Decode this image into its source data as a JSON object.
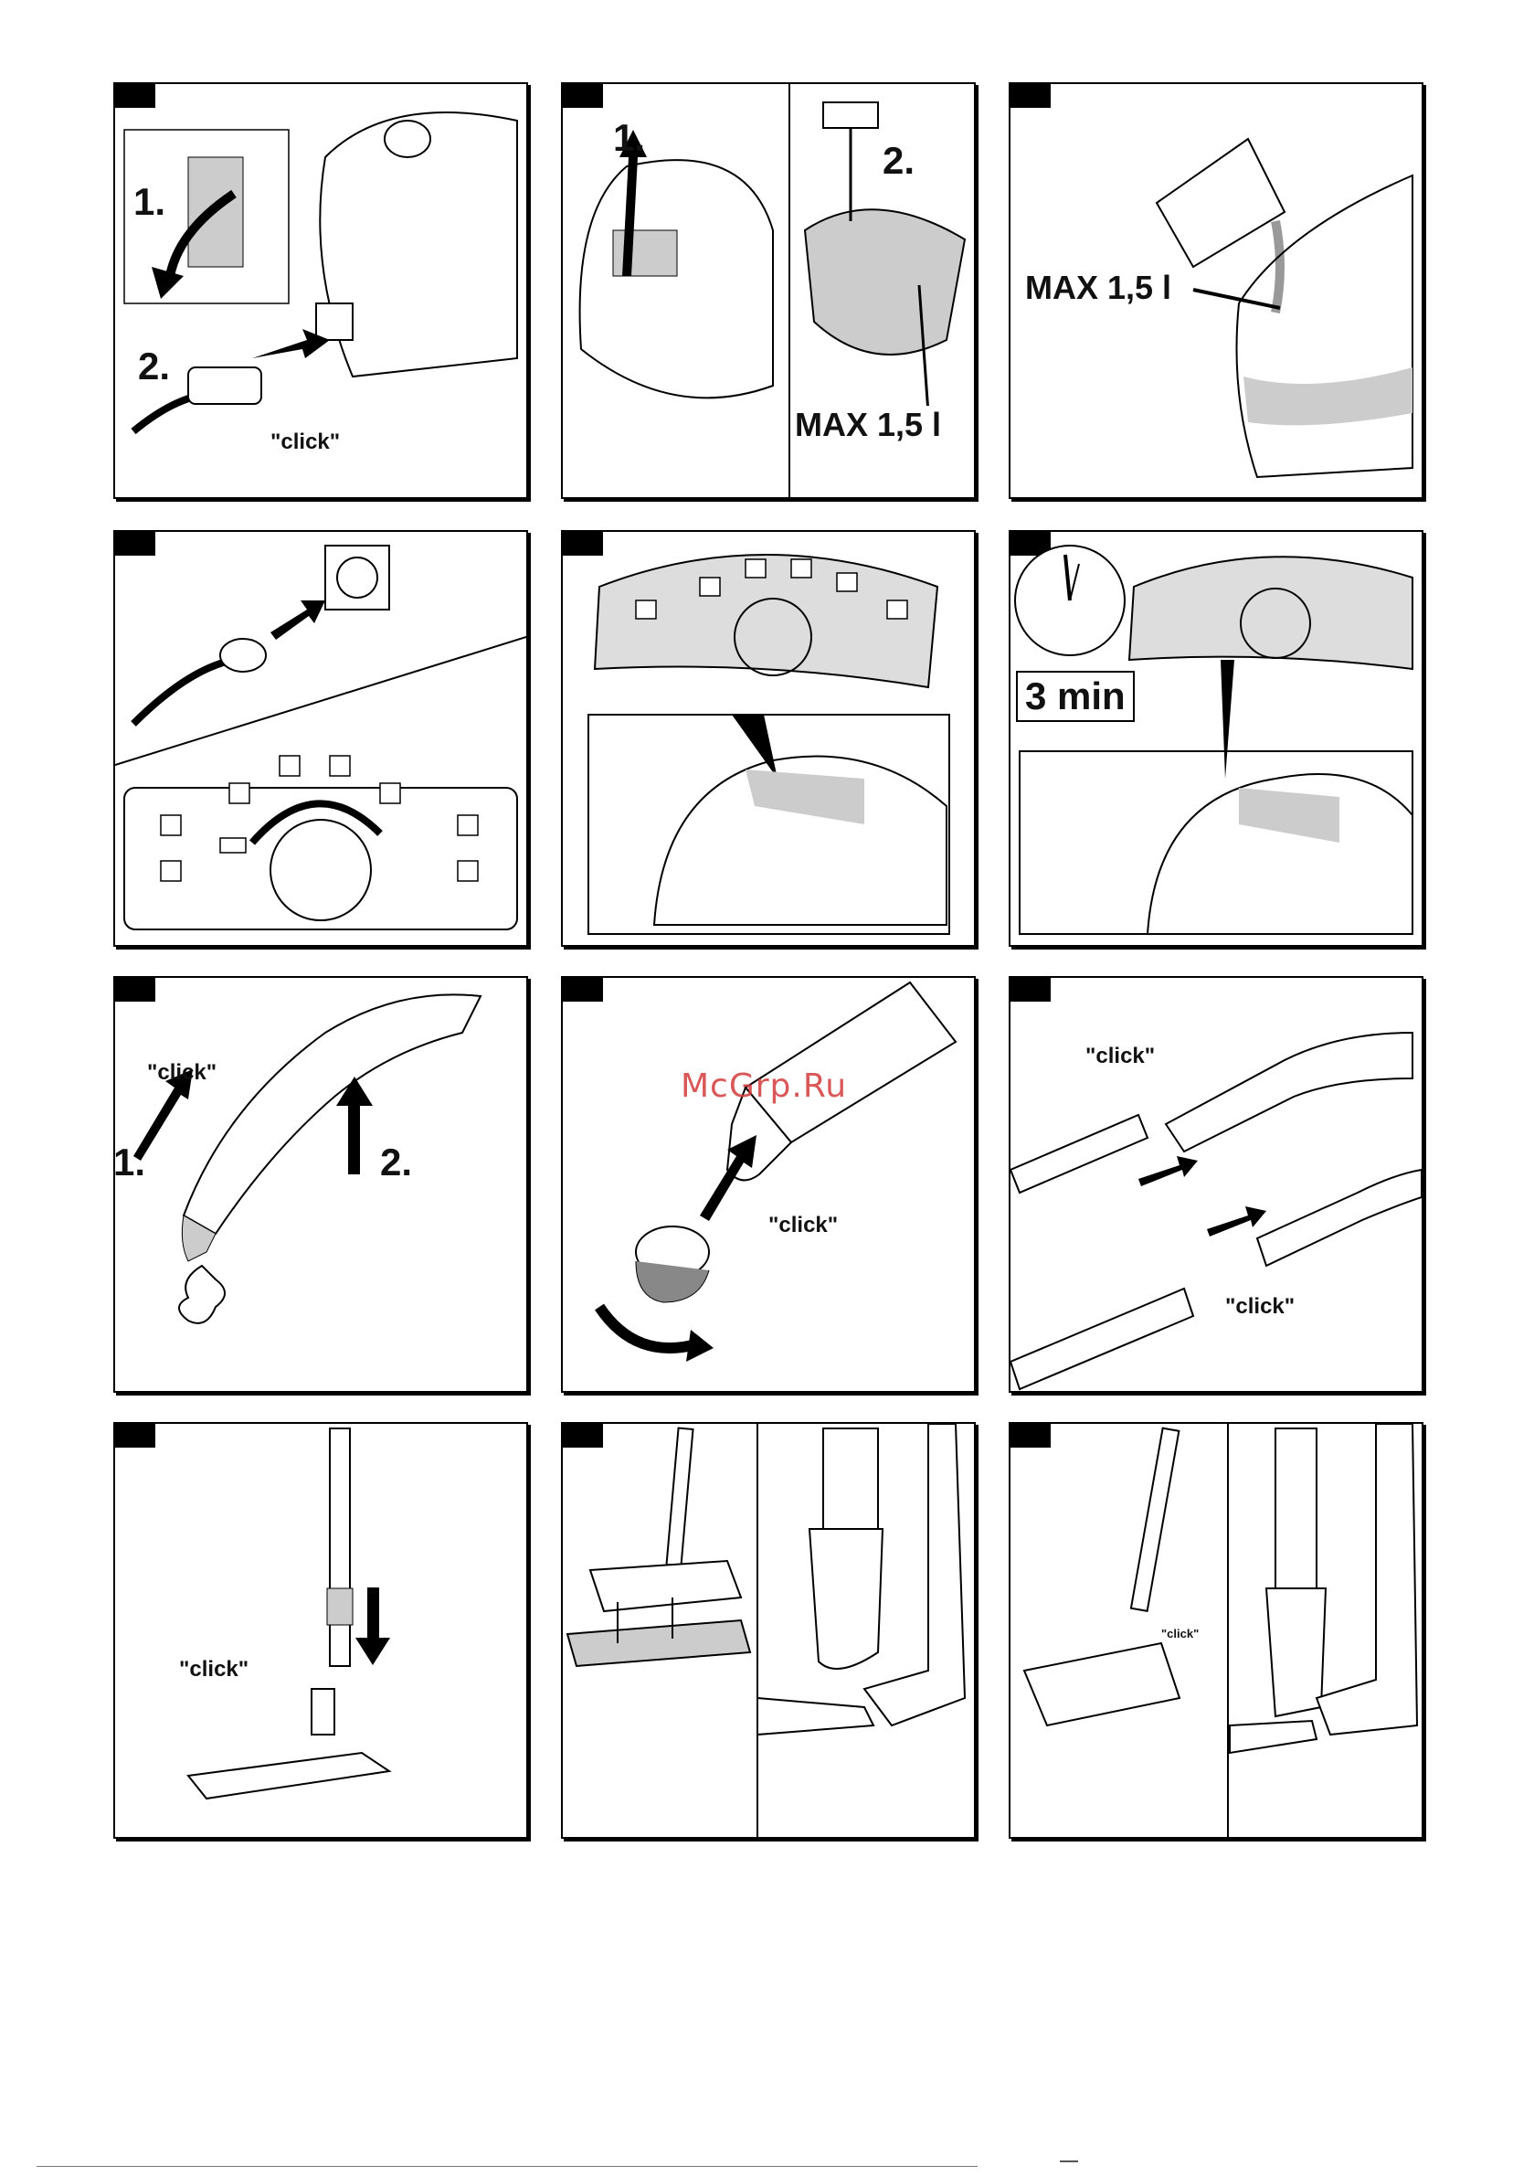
{
  "panels": [
    {
      "labels": {
        "step1": "1.",
        "step2": "2.",
        "click": "\"click\""
      }
    },
    {
      "labels": {
        "step1": "1.",
        "step2": "2.",
        "max": "MAX 1,5 l"
      }
    },
    {
      "labels": {
        "max": "MAX 1,5 l"
      }
    },
    {
      "labels": {}
    },
    {
      "labels": {}
    },
    {
      "labels": {
        "time": "3 min"
      }
    },
    {
      "labels": {
        "click": "\"click\"",
        "step1": "1.",
        "step2": "2."
      }
    },
    {
      "labels": {
        "click": "\"click\""
      }
    },
    {
      "labels": {
        "click_top": "\"click\"",
        "click_bottom": "\"click\""
      }
    },
    {
      "labels": {
        "click": "\"click\""
      }
    },
    {
      "labels": {}
    },
    {
      "labels": {
        "click": "\"click\""
      }
    }
  ],
  "watermark": "McGrp.Ru",
  "colors": {
    "ink": "#000000",
    "shade": "#c8c8c8",
    "watermark": "#d33a3a"
  }
}
